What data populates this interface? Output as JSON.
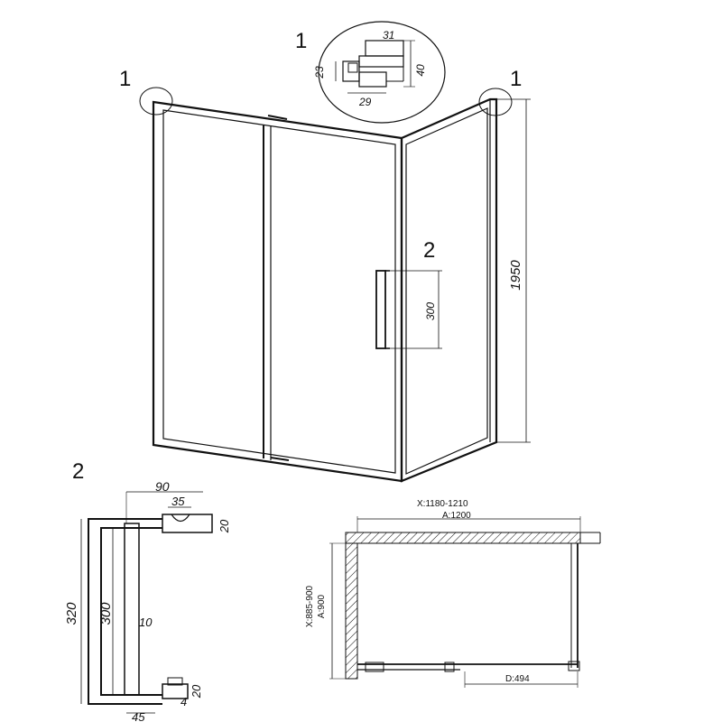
{
  "callouts": {
    "detail_1_top": "1",
    "detail_1_left": "1",
    "detail_1_right": "1",
    "detail_2_door": "2",
    "detail_2_handle": "2"
  },
  "detail_1_profile": {
    "d31": "31",
    "d40": "40",
    "d23": "23",
    "d29": "29"
  },
  "enclosure": {
    "height": "1950",
    "handle_height": "300"
  },
  "handle_detail": {
    "d90": "90",
    "d35": "35",
    "d20_top": "20",
    "d320": "320",
    "d300": "300",
    "d10": "10",
    "d20_bottom": "20",
    "d4": "4",
    "d45": "45"
  },
  "plan": {
    "x_width": "X:1180-1210",
    "a_width": "A:1200",
    "x_depth": "X:885-900",
    "a_depth": "A:900",
    "d_opening": "D:494"
  }
}
